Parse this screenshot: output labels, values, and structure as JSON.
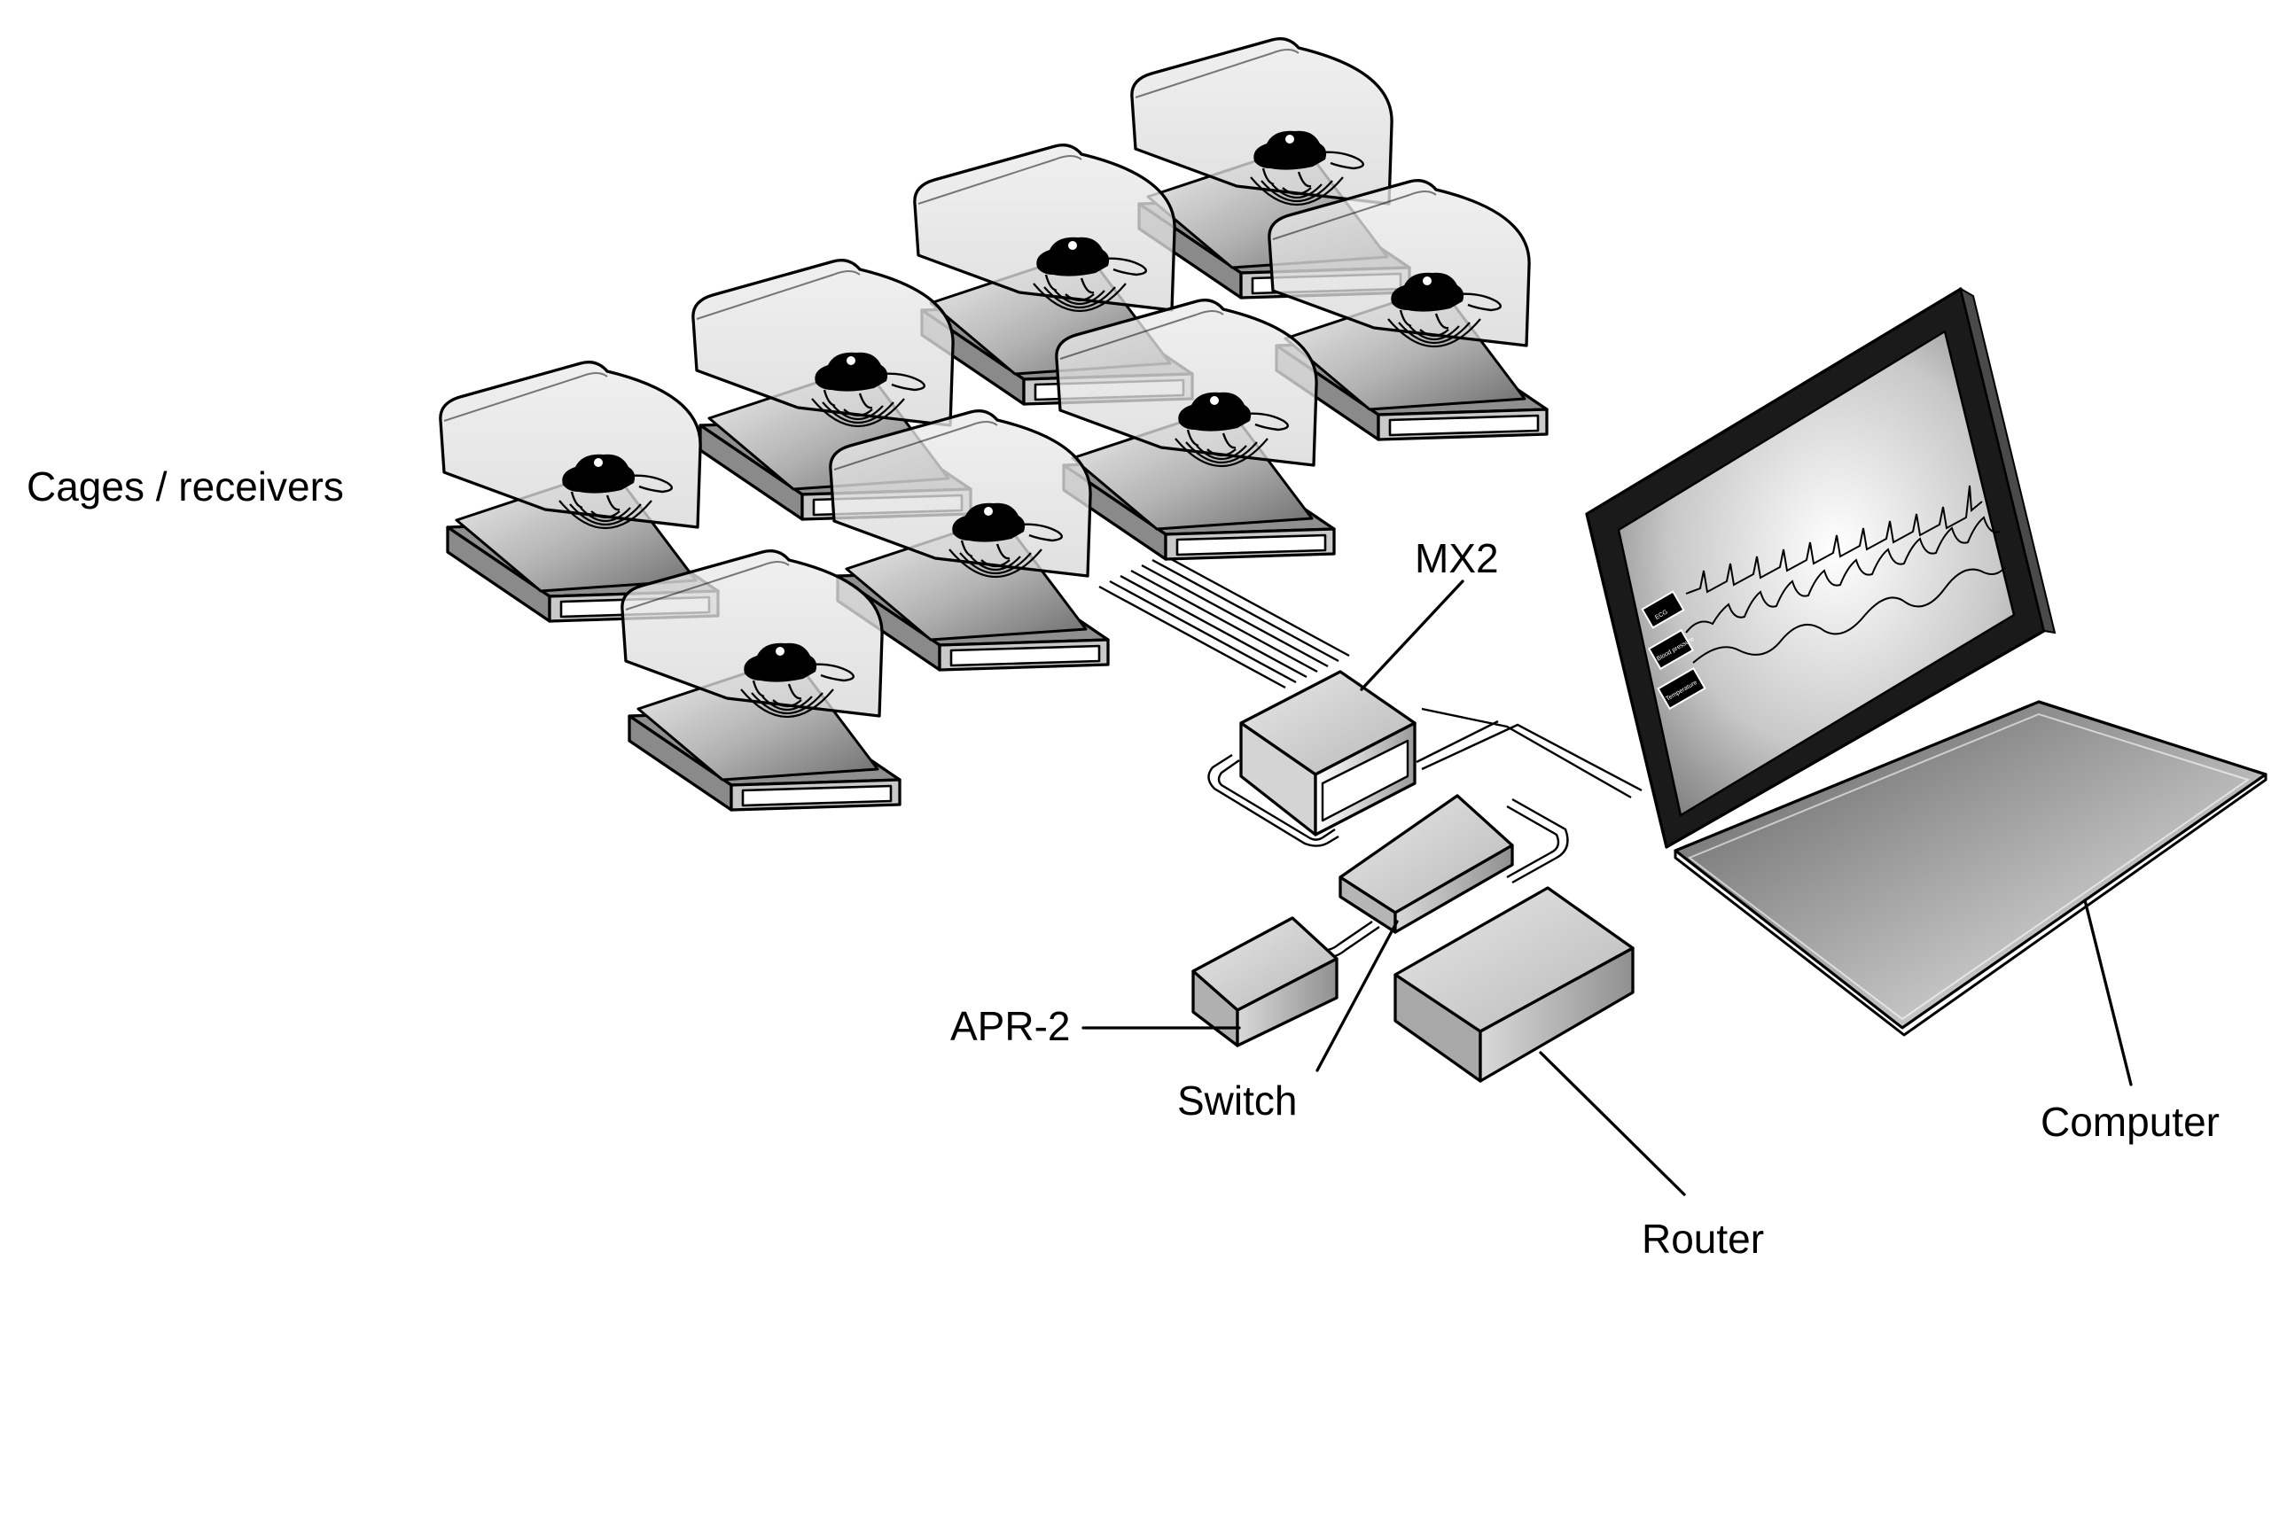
{
  "labels": {
    "cages": "Cages / receivers",
    "mx2": "MX2",
    "apr2": "APR-2",
    "switch": "Switch",
    "router": "Router",
    "computer": "Computer"
  },
  "screen_tags": [
    "ECG",
    "Blood pressure",
    "Temperature"
  ],
  "colors": {
    "stroke": "#000000",
    "dome": "#e2e2e2",
    "tray_light": "#f0f0f0",
    "tray_dark": "#7a7a7a",
    "animal": "#000000"
  },
  "icons": {
    "animal": "rat-silhouette-icon",
    "signal": "radio-waves-icon"
  }
}
